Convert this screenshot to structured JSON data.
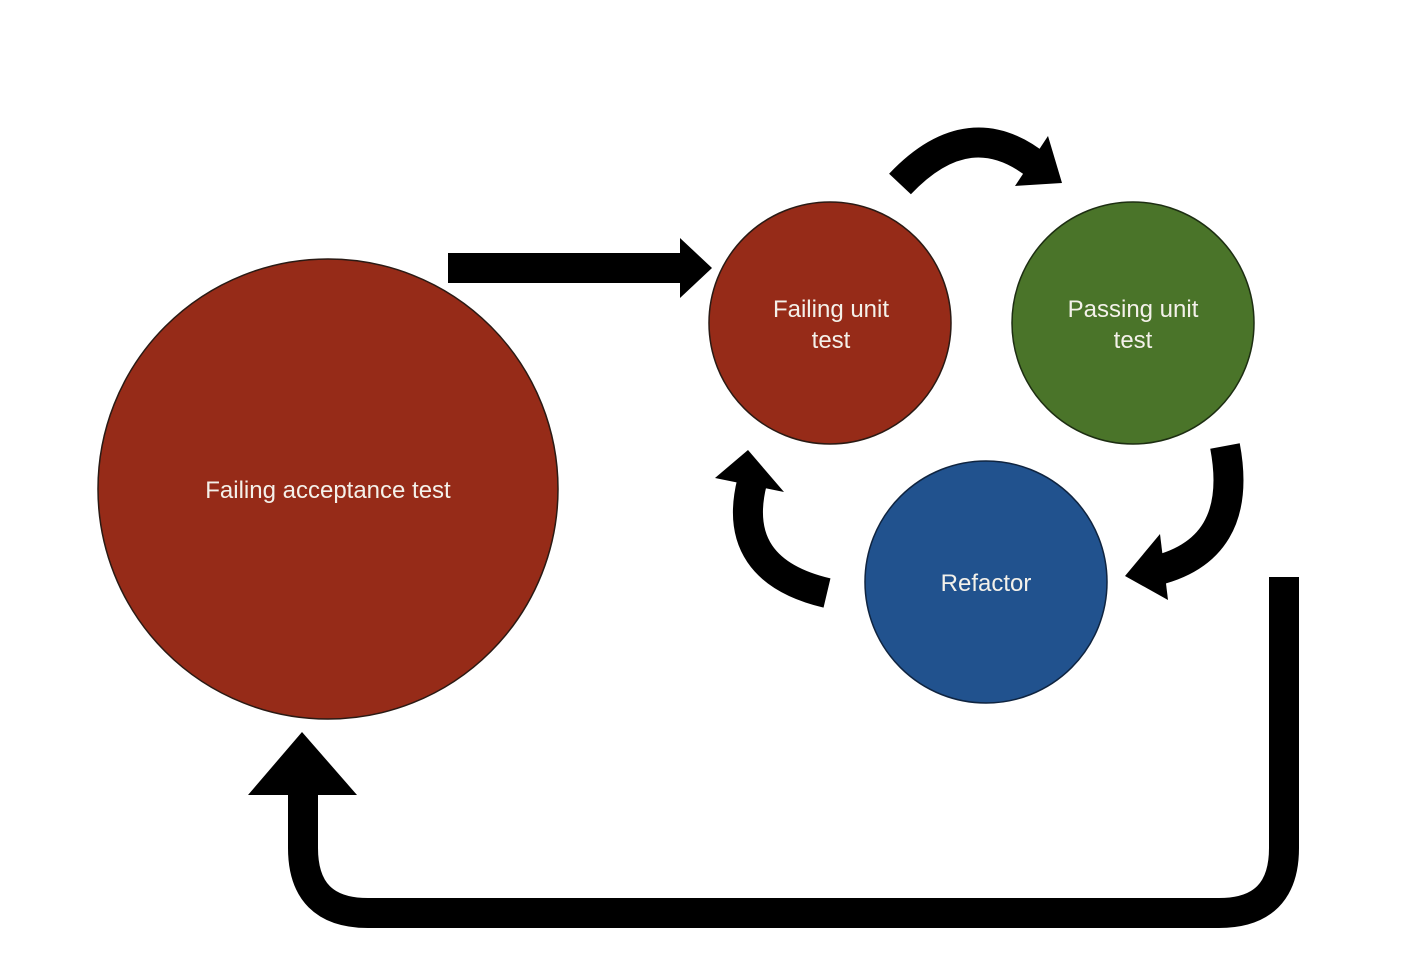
{
  "diagram": {
    "nodes": [
      {
        "id": "failing-acceptance",
        "lines": [
          "Failing acceptance test"
        ],
        "color": "#962b18"
      },
      {
        "id": "failing-unit",
        "lines": [
          "Failing unit",
          "test"
        ],
        "color": "#962b18"
      },
      {
        "id": "passing-unit",
        "lines": [
          "Passing unit",
          "test"
        ],
        "color": "#4a7429"
      },
      {
        "id": "refactor",
        "lines": [
          "Refactor"
        ],
        "color": "#21528e"
      }
    ],
    "edges": [
      {
        "from": "failing-acceptance",
        "to": "failing-unit"
      },
      {
        "from": "failing-unit",
        "to": "passing-unit"
      },
      {
        "from": "passing-unit",
        "to": "refactor"
      },
      {
        "from": "refactor",
        "to": "failing-unit"
      },
      {
        "from": "refactor",
        "to": "failing-acceptance"
      }
    ],
    "colors": {
      "arrow": "#000000",
      "text": "#f4f1ea",
      "background": "#ffffff"
    }
  }
}
